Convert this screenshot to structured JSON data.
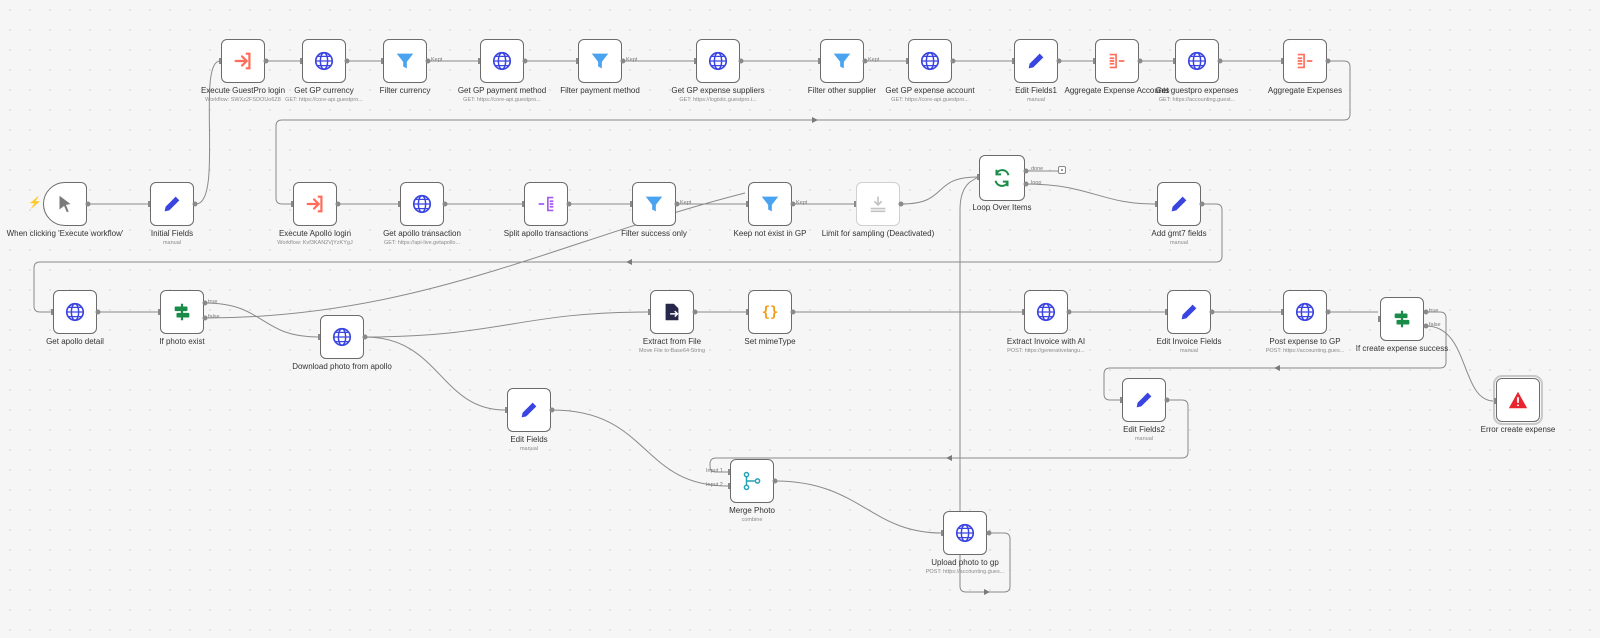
{
  "colors": {
    "wire": "#8a8a8a",
    "globe": "#3a44e0",
    "pencil": "#3a44e0",
    "filter": "#4aa3f0",
    "login": "#ff6d5a",
    "aggregate": "#ff6d5a",
    "split": "#a259f7",
    "ifnode": "#1a8c4a",
    "loop": "#1a8c4a",
    "merge": "#22a3b4",
    "code": "#f59a12",
    "file": "#27274a",
    "error": "#e8252e"
  },
  "nodes": [
    {
      "id": "execute_guestpro",
      "label": "Execute GuestPro login",
      "sub": "Workflow: SWXz2FSDOUo6Z8",
      "icon": "login-icon"
    },
    {
      "id": "get_gp_currency",
      "label": "Get GP currency",
      "sub": "GET: https://core-api.guestpro...",
      "icon": "globe-icon"
    },
    {
      "id": "filter_currency",
      "label": "Filter currency",
      "sub": "",
      "icon": "filter-icon"
    },
    {
      "id": "get_gp_payment_method",
      "label": "Get GP payment method",
      "sub": "GET: https://core-api.guestpro...",
      "icon": "globe-icon"
    },
    {
      "id": "filter_payment_method",
      "label": "Filter payment method",
      "sub": "",
      "icon": "filter-icon"
    },
    {
      "id": "get_gp_expense_suppliers",
      "label": "Get GP expense suppliers",
      "sub": "GET: https://logistic.guestpro.i...",
      "icon": "globe-icon"
    },
    {
      "id": "filter_other_supplier",
      "label": "Filter other supplier",
      "sub": "",
      "icon": "filter-icon"
    },
    {
      "id": "get_gp_expense_account",
      "label": "Get GP expense account",
      "sub": "GET: https://core-api.guestpro...",
      "icon": "globe-icon"
    },
    {
      "id": "edit_fields1",
      "label": "Edit Fields1",
      "sub": "manual",
      "icon": "pencil-icon"
    },
    {
      "id": "aggregate_expense_accounts",
      "label": "Aggregate Expense Accounts",
      "sub": "",
      "icon": "aggregate-icon"
    },
    {
      "id": "get_guestpro_expenses",
      "label": "Get guestpro expenses",
      "sub": "GET: https://accounting.guest...",
      "icon": "globe-icon"
    },
    {
      "id": "aggregate_expenses",
      "label": "Aggregate Expenses",
      "sub": "",
      "icon": "aggregate-icon"
    },
    {
      "id": "when_clicking",
      "label": "When clicking 'Execute workflow'",
      "sub": "",
      "icon": "cursor-icon"
    },
    {
      "id": "initial_fields",
      "label": "Initial Fields",
      "sub": "manual",
      "icon": "pencil-icon"
    },
    {
      "id": "execute_apollo",
      "label": "Execute Apollo login",
      "sub": "Workflow: Kvf3KAN2VjYzKYgJ",
      "icon": "login-icon"
    },
    {
      "id": "get_apollo_transaction",
      "label": "Get apollo transaction",
      "sub": "GET: https://api-live.getapollo...",
      "icon": "globe-icon"
    },
    {
      "id": "split_apollo",
      "label": "Split apollo transactions",
      "sub": "",
      "icon": "split-icon"
    },
    {
      "id": "filter_success_only",
      "label": "Filter success only",
      "sub": "",
      "icon": "filter-icon"
    },
    {
      "id": "keep_not_exist",
      "label": "Keep not exist in GP",
      "sub": "",
      "icon": "filter-icon"
    },
    {
      "id": "limit_sampling",
      "label": "Limit for sampling (Deactivated)",
      "sub": "",
      "icon": "limit-icon"
    },
    {
      "id": "loop_over_items",
      "label": "Loop Over Items",
      "sub": "",
      "icon": "loop-icon"
    },
    {
      "id": "add_gmt7",
      "label": "Add gmt7 fields",
      "sub": "manual",
      "icon": "pencil-icon"
    },
    {
      "id": "get_apollo_detail",
      "label": "Get apollo detail",
      "sub": "",
      "icon": "globe-icon"
    },
    {
      "id": "if_photo_exist",
      "label": "If photo exist",
      "sub": "",
      "icon": "if-icon"
    },
    {
      "id": "download_photo",
      "label": "Download photo from apollo",
      "sub": "",
      "icon": "globe-icon"
    },
    {
      "id": "extract_from_file",
      "label": "Extract from File",
      "sub": "Move File to Base64 String",
      "icon": "file-icon"
    },
    {
      "id": "set_mimetype",
      "label": "Set mimeType",
      "sub": "",
      "icon": "code-icon"
    },
    {
      "id": "extract_invoice_ai",
      "label": "Extract Invoice with AI",
      "sub": "POST: https://generativelangu...",
      "icon": "globe-icon"
    },
    {
      "id": "edit_invoice_fields",
      "label": "Edit Invoice Fields",
      "sub": "manual",
      "icon": "pencil-icon"
    },
    {
      "id": "post_expense_gp",
      "label": "Post expense to GP",
      "sub": "POST: https://accounting.gues...",
      "icon": "globe-icon"
    },
    {
      "id": "if_create_expense",
      "label": "If create expense success",
      "sub": "",
      "icon": "if-icon"
    },
    {
      "id": "error_create_expense",
      "label": "Error create expense",
      "sub": "",
      "icon": "error-icon"
    },
    {
      "id": "edit_fields2",
      "label": "Edit Fields2",
      "sub": "manual",
      "icon": "pencil-icon"
    },
    {
      "id": "edit_fields",
      "label": "Edit Fields",
      "sub": "manual",
      "icon": "pencil-icon"
    },
    {
      "id": "merge_photo",
      "label": "Merge Photo",
      "sub": "combine",
      "icon": "merge-icon"
    },
    {
      "id": "upload_photo",
      "label": "Upload photo to gp",
      "sub": "POST: https://accounting.gues...",
      "icon": "globe-icon"
    }
  ],
  "port_labels": {
    "kept": "Kept",
    "done": "done",
    "loop": "loop",
    "true": "true",
    "false": "false",
    "input1": "Input 1",
    "input2": "Input 2"
  }
}
